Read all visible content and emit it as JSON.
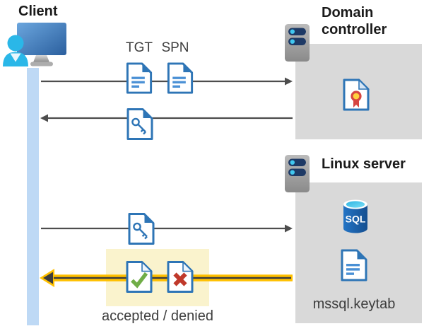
{
  "nodes": {
    "client": {
      "label": "Client"
    },
    "domain_controller": {
      "label": "Domain controller"
    },
    "linux_server": {
      "label": "Linux server"
    }
  },
  "tickets": {
    "tgt_label": "TGT",
    "spn_label": "SPN"
  },
  "linux_server_contents": {
    "sql_badge": "SQL",
    "keytab_label": "mssql.keytab"
  },
  "flow": {
    "response_label": "accepted / denied",
    "arrows": [
      {
        "from": "client",
        "to": "domain_controller",
        "direction": "right",
        "carries": [
          "TGT document",
          "SPN document"
        ]
      },
      {
        "from": "domain_controller",
        "to": "client",
        "direction": "left",
        "carries": [
          "key document"
        ]
      },
      {
        "from": "client",
        "to": "linux_server",
        "direction": "right",
        "carries": [
          "key document"
        ]
      },
      {
        "from": "linux_server",
        "to": "client",
        "direction": "left",
        "highlighted": true,
        "carries": [
          "accepted document",
          "denied document"
        ]
      }
    ]
  },
  "icons": {
    "client": "person-at-monitor-icon",
    "domain_controller": "server-icon",
    "linux_server": "server-icon",
    "tgt": "document-icon",
    "spn": "document-icon",
    "service_key": "key-document-icon",
    "certificate": "certificate-document-icon",
    "accepted": "check-document-icon",
    "denied": "x-document-icon",
    "database": "sql-database-icon",
    "keytab": "document-icon"
  },
  "colors": {
    "doc_border_blue": "#2e75b6",
    "doc_line_blue": "#5b9bd5",
    "person_cyan": "#2ab7e8",
    "lifeline_blue": "#bed9f5",
    "box_gray": "#d9d9d9",
    "highlight_yellow_box": "#faf3cd",
    "arrow_gray": "#4d4d4d",
    "arrow_highlight_yellow": "#ffc000",
    "check_green": "#70ad47",
    "deny_red": "#c0392b",
    "sql_db_blue": "#1a66b4",
    "server_pill_navy": "#1e3a66",
    "server_dot_cyan": "#41c8f0"
  }
}
